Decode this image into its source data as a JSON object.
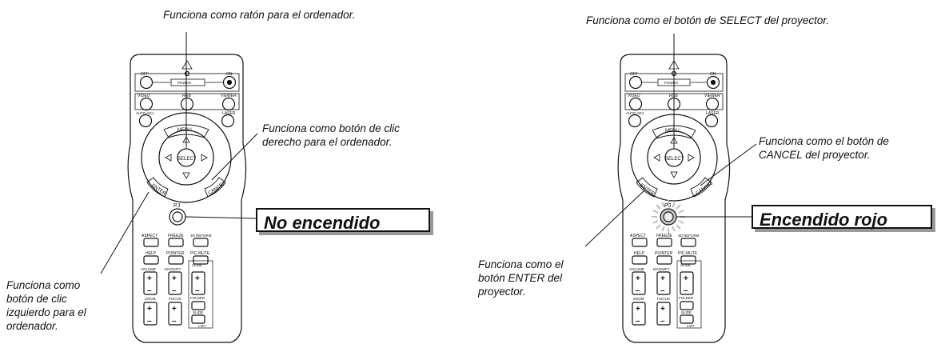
{
  "left": {
    "top_caption": "Funciona como ratón para el ordenador.",
    "right_caption_line1": "Funciona como botón de clic",
    "right_caption_line2": "derecho para el ordenador.",
    "status": "No encendido",
    "bottom_caption_lines": [
      "Funciona como",
      "botón de clic",
      "izquierdo para el",
      "ordenador."
    ]
  },
  "right": {
    "top_caption": "Funciona como el botón de SELECT del proyector.",
    "right_caption_line1": "Funciona como el botón de",
    "right_caption_line2": "CANCEL del proyector.",
    "status": "Encendido rojo",
    "bottom_caption_lines": [
      "Funciona como el",
      "botón ENTER del",
      "proyector."
    ]
  },
  "remote": {
    "off": "OFF",
    "on": "ON",
    "power": "POWER",
    "video": "VIDEO",
    "rgb": "RGB",
    "viewer": "VIEWER",
    "auto_adj": "AUTO ADJ.",
    "laser": "LASER",
    "menu": "MENU",
    "select": "SELECT",
    "enter": "ENTER",
    "cancel": "CANCEL",
    "pj": "PJ",
    "aspect": "ASPECT",
    "freeze": "FREEZE",
    "reform": "3D REFORM",
    "help": "HELP",
    "pointer": "POINTER",
    "pic_mute": "PIC-MUTE",
    "volume": "VOLUME",
    "magnify": "MAGNIFY",
    "slide": "SLIDE",
    "zoom": "ZOOM",
    "focus": "FOCUS",
    "folder": "FOLDER",
    "slide2": "SLIDE",
    "list": "LIST",
    "plus": "+",
    "minus": "–"
  },
  "colors": {
    "lit_led": "#c8c8c8",
    "glow": "#bdbdbd"
  }
}
